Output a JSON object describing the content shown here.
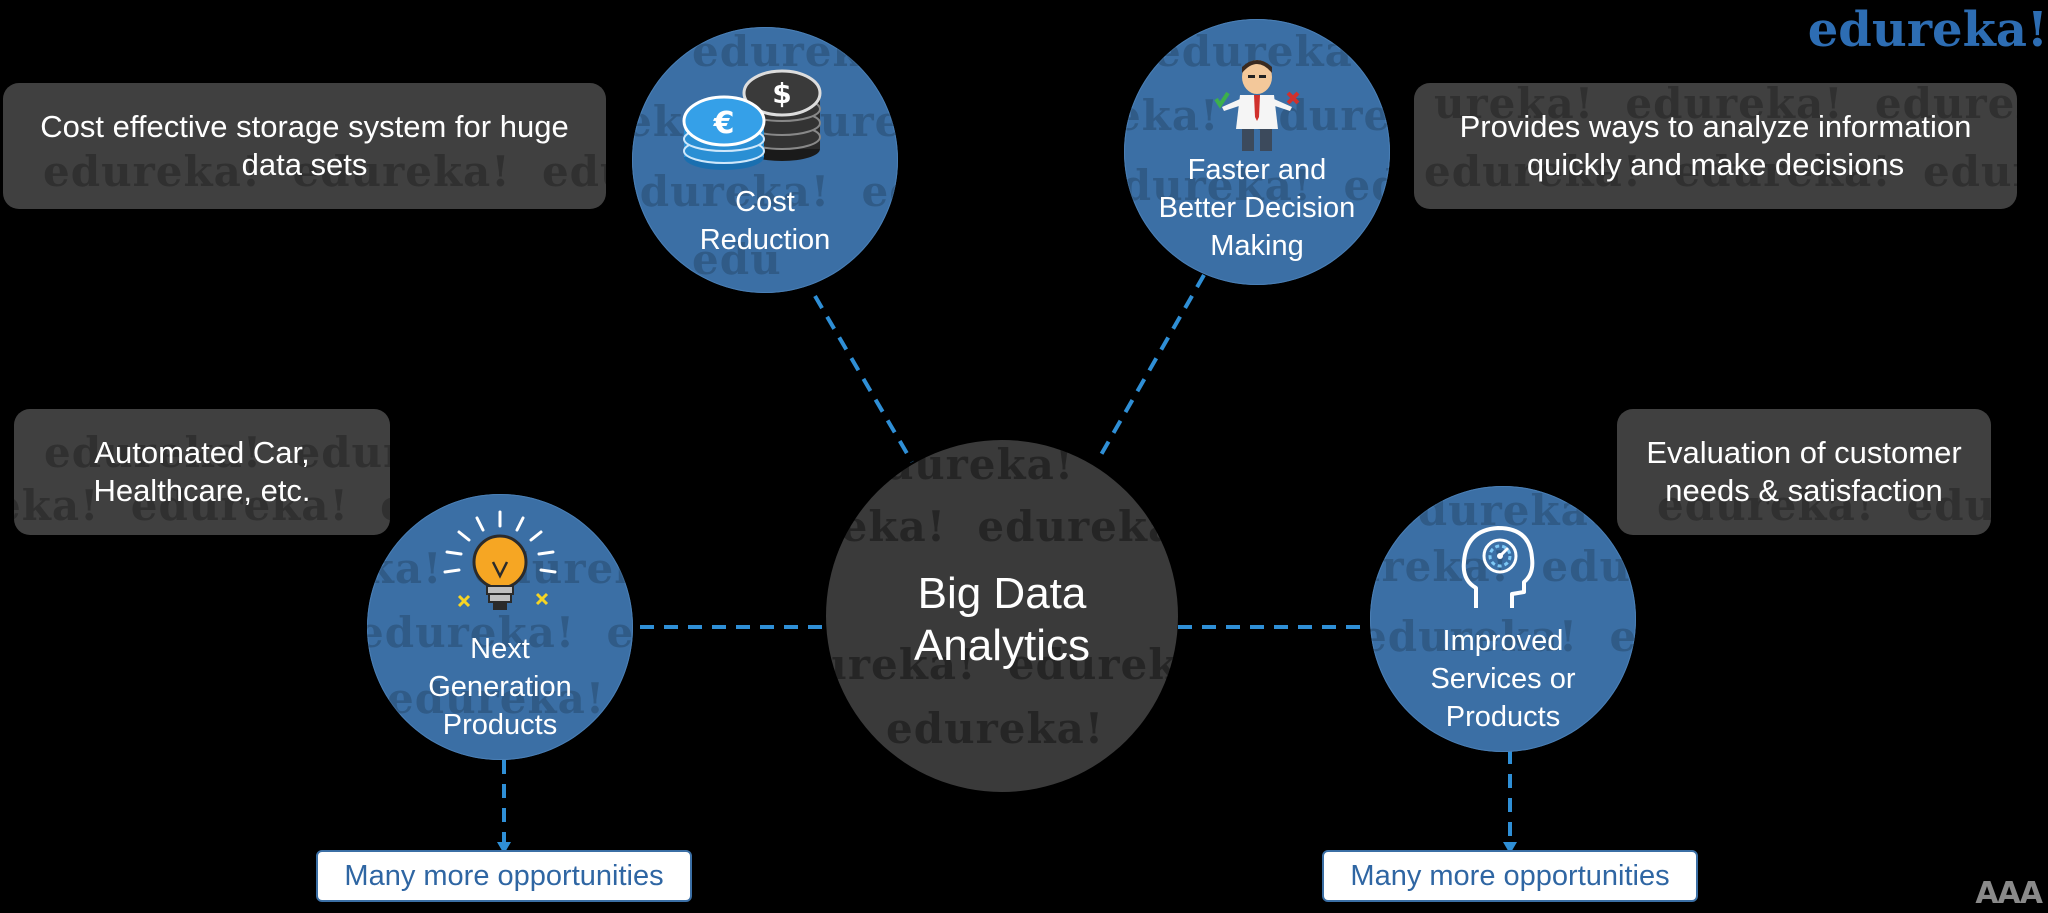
{
  "brand": {
    "logo_text": "edureka!",
    "footer_mark": "AAA"
  },
  "center": {
    "line1": "Big Data",
    "line2": "Analytics"
  },
  "nodes": {
    "cost": {
      "line1": "Cost",
      "line2": "Reduction",
      "icon": "coins-icon",
      "description": "Cost effective storage system for huge data sets"
    },
    "decision": {
      "line1": "Faster and",
      "line2": "Better Decision",
      "line3": "Making",
      "icon": "decision-maker-icon",
      "description": "Provides ways to analyze information quickly and make decisions"
    },
    "products": {
      "line1": "Next",
      "line2": "Generation",
      "line3": "Products",
      "icon": "lightbulb-icon",
      "description": "Automated Car, Healthcare, etc.",
      "opportunity": "Many more opportunities"
    },
    "services": {
      "line1": "Improved",
      "line2": "Services or",
      "line3": "Products",
      "icon": "head-gauge-icon",
      "description": "Evaluation of  customer needs & satisfaction",
      "opportunity": "Many more opportunities"
    }
  },
  "colors": {
    "node_blue": "#3b6fa5",
    "box_gray": "#404040",
    "center_gray": "#3a3a3a",
    "connector": "#2f8fd6",
    "brand_blue": "#2d6db3"
  }
}
